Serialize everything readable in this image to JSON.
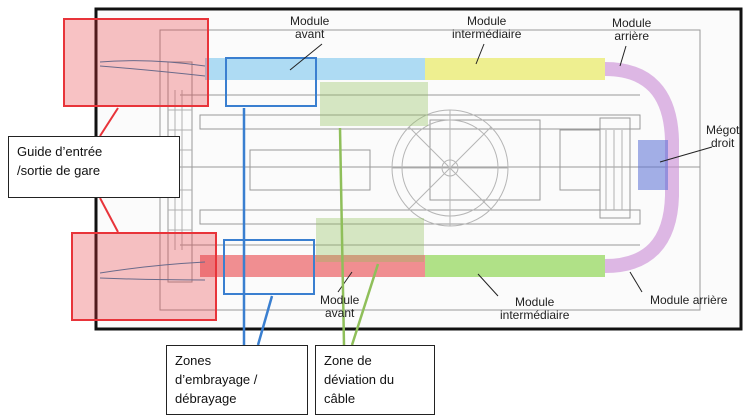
{
  "labels": {
    "module_avant_top": [
      "Module",
      "avant"
    ],
    "module_intermediaire_top": [
      "Module",
      "intermédiaire"
    ],
    "module_arriere_top": [
      "Module",
      "arrière"
    ],
    "megot_droit": [
      "Mégot",
      "droit"
    ],
    "module_avant_bottom": [
      "Module",
      "avant"
    ],
    "module_intermediaire_bottom": [
      "Module",
      "intermédiaire"
    ],
    "module_arriere_bottom": "Module arrière"
  },
  "callouts": {
    "guide": [
      "Guide d’entrée",
      "/sortie de gare"
    ],
    "embrayage": [
      "Zones",
      "d’embrayage /",
      "débrayage"
    ],
    "deviation": [
      "Zone de",
      "déviation du",
      "câble"
    ]
  },
  "colors": {
    "frame": "#111111",
    "module_avant": "#4fb3e8",
    "module_avant_bottom": "#e8343a",
    "module_intermediaire_top": "#e6e84a",
    "module_intermediaire_bottom": "#7fd13b",
    "module_arriere": "#c98ad6",
    "megot": "#5a6fd6",
    "guide_zone": "#e8343a",
    "embrayage_zone": "#3a7fd0",
    "deviation_zone": "#8fbf5a"
  }
}
